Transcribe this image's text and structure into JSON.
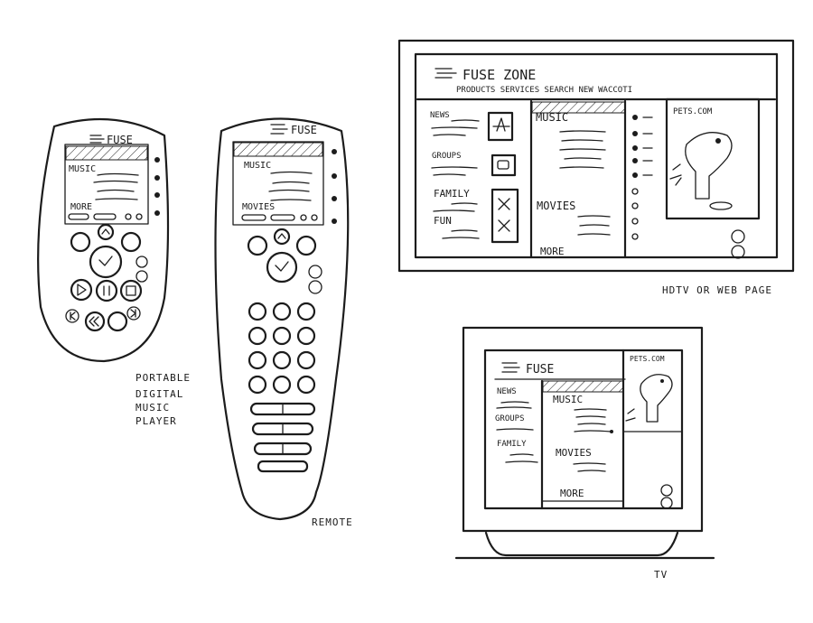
{
  "brand": "FUSE",
  "portable": {
    "brand": "FUSE",
    "music": "MUSIC",
    "more": "MORE",
    "caption": [
      "PORTABLE",
      "DIGITAL",
      "MUSIC",
      "PLAYER"
    ]
  },
  "remote": {
    "brand": "FUSE",
    "music": "MUSIC",
    "movies": "MOVIES",
    "caption": "REMOTE"
  },
  "hdtv": {
    "title": "FUSE ZONE",
    "nav": "PRODUCTS SERVICES SEARCH NEW WACCOTI",
    "sidebar": [
      "NEWS",
      "GROUPS",
      "FAMILY",
      "FUN"
    ],
    "music": "MUSIC",
    "movies": "MOVIES",
    "more": "MORE",
    "pets": "PETS.COM",
    "caption": "HDTV OR WEB PAGE"
  },
  "tv": {
    "title": "FUSE",
    "sidebar": [
      "NEWS",
      "GROUPS",
      "FAMILY"
    ],
    "music": "MUSIC",
    "movies": "MOVIES",
    "more": "MORE",
    "pets": "PETS.COM",
    "caption": "TV"
  }
}
